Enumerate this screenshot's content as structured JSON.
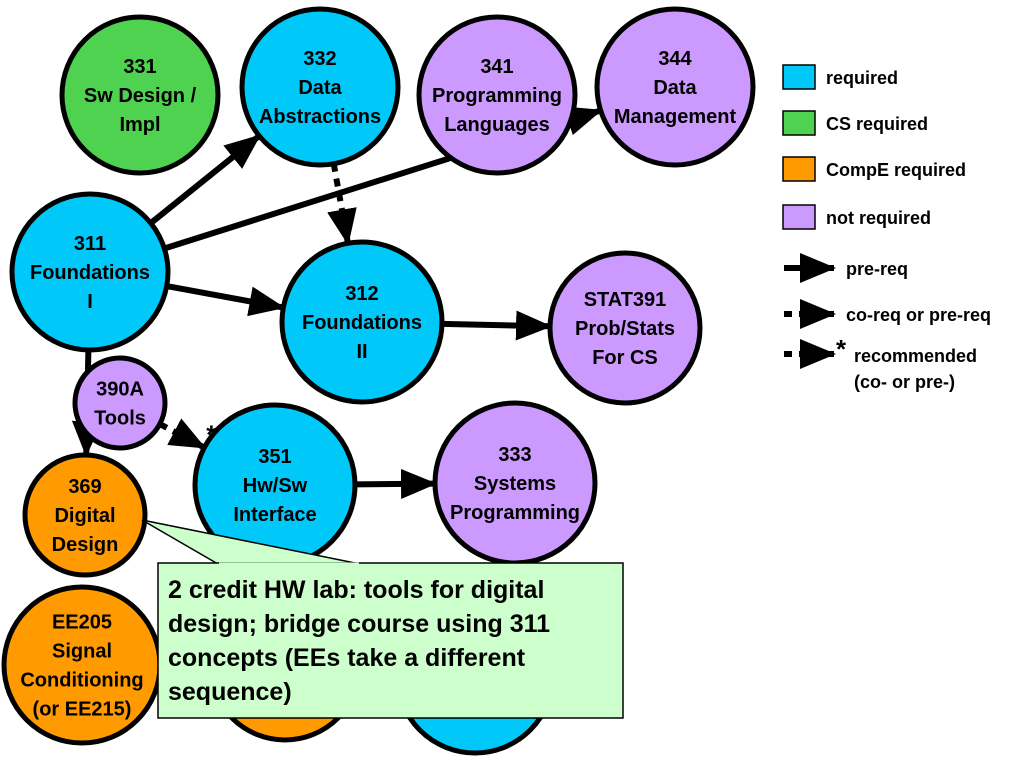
{
  "colors": {
    "required": "#00c8f8",
    "cs_required": "#4fd24f",
    "compe_required": "#ff9a00",
    "not_required": "#cc99ff",
    "callout_bg": "#ccffcc",
    "stroke": "#000000"
  },
  "nodes": {
    "n331": {
      "lines": [
        "331",
        "Sw Design /",
        "Impl"
      ],
      "category": "cs_required"
    },
    "n332": {
      "lines": [
        "332",
        "Data",
        "Abstractions"
      ],
      "category": "required"
    },
    "n341": {
      "lines": [
        "341",
        "Programming",
        "Languages"
      ],
      "category": "not_required"
    },
    "n344": {
      "lines": [
        "344",
        "Data",
        "Management"
      ],
      "category": "not_required"
    },
    "n311": {
      "lines": [
        "311",
        "Foundations",
        "I"
      ],
      "category": "required"
    },
    "n312": {
      "lines": [
        "312",
        "Foundations",
        "II"
      ],
      "category": "required"
    },
    "stat391": {
      "lines": [
        "STAT391",
        "Prob/Stats",
        "For CS"
      ],
      "category": "not_required"
    },
    "n390a": {
      "lines": [
        "390A",
        "Tools"
      ],
      "category": "not_required"
    },
    "n351": {
      "lines": [
        "351",
        "Hw/Sw",
        "Interface"
      ],
      "category": "required"
    },
    "n333": {
      "lines": [
        "333",
        "Systems",
        "Programming"
      ],
      "category": "not_required"
    },
    "n369": {
      "lines": [
        "369",
        "Digital",
        "Design"
      ],
      "category": "compe_required"
    },
    "ee205": {
      "lines": [
        "EE205",
        "Signal",
        "Conditioning",
        "(or EE215)"
      ],
      "category": "compe_required"
    },
    "hidden_orange": {
      "lines": [],
      "category": "compe_required"
    },
    "hidden_blue": {
      "lines": [],
      "category": "required"
    }
  },
  "edges": [
    {
      "from": "n311",
      "to": "n332",
      "type": "pre-req"
    },
    {
      "from": "n311",
      "to": "n344",
      "type": "pre-req"
    },
    {
      "from": "n311",
      "to": "n312",
      "type": "pre-req"
    },
    {
      "from": "n311",
      "to": "n369",
      "type": "pre-req"
    },
    {
      "from": "n332",
      "to": "n312",
      "type": "co-req"
    },
    {
      "from": "n312",
      "to": "stat391",
      "type": "pre-req"
    },
    {
      "from": "n390a",
      "to": "n351",
      "type": "recommended"
    },
    {
      "from": "n351",
      "to": "n333",
      "type": "pre-req"
    }
  ],
  "star_symbol": "*",
  "legend": {
    "required": "required",
    "cs_required": "CS required",
    "compe_required": "CompE required",
    "not_required": "not required",
    "prereq": "pre-req",
    "coreq": "co-req or pre-req",
    "recommended": "recommended",
    "recommended_sub": "(co- or pre-)"
  },
  "callout": {
    "lines": [
      "2 credit HW lab: tools for digital",
      "design; bridge course using 311",
      "concepts (EEs take a different",
      "sequence)"
    ]
  }
}
